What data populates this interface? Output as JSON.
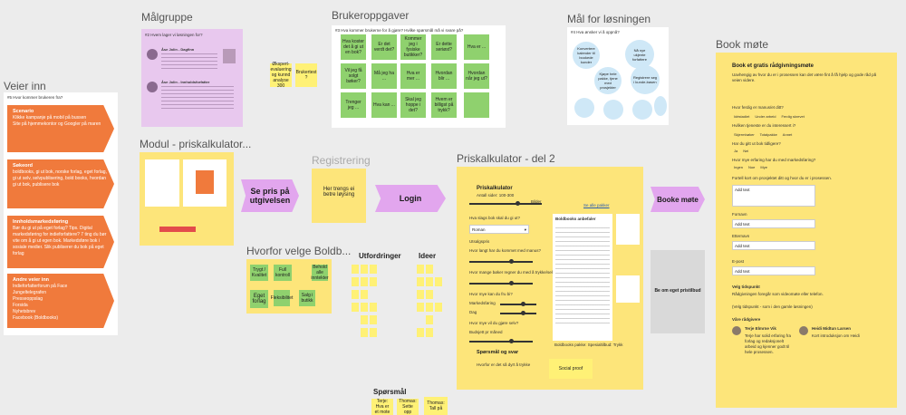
{
  "titles": {
    "malgruppe": "Målgruppe",
    "brukeroppgaver": "Brukeroppgaver",
    "mal": "Mål for løsningen",
    "book": "Book møte",
    "veier": "Veier inn",
    "modul": "Modul - priskalkulator...",
    "registrering": "Registrering",
    "priskalk2": "Priskalkulator - del 2",
    "hvorfor": "Hvorfor velge Boldb...",
    "utfordringer": "Utfordringer",
    "ideer": "Ideer",
    "sporsmal": "Spørsmål"
  },
  "malgruppe": {
    "question": "#2 Hvem lager vi løsningen for?",
    "person1": "Åse Jolin - Dagfinn",
    "person2": "Åse Jolin - Innholdsforfatter",
    "note1": "Økspert-evaluering og kunnd analyse 300",
    "note2": "Brukertest ?"
  },
  "brukeroppgaver": {
    "question": "#3 Hva kommer brukerne for å gjøre? Hvilke spørsmål må vi svare på?",
    "stickies": [
      "Hva koster det å gi ut en bok?",
      "Er det verdt det?",
      "Kommer jeg i fysiske butikker?",
      "Er dette seriøst?",
      "Hva er ...",
      "Vil jeg få solgt bøker?",
      "Må jeg ha ...",
      "Hva er mer ...",
      "Hvordan blir ...",
      "Hvordan når jeg ut?",
      "Trenger jeg ...",
      "Hva kan ...",
      "Skal jeg hoppe i det?",
      "Hvem er billigst på trykk?",
      ""
    ]
  },
  "mal": {
    "question": "#4 Hva ønsker vi å oppnå?",
    "circles": [
      "Konvertere kalender til bookede kunder",
      "Nå nye ukjente forfattere",
      "Kjøpe hele pakke, tjene med prosjekter",
      "Registrere seg i kunde-basen",
      "",
      "",
      "",
      ""
    ]
  },
  "veier": {
    "question": "#5 Hvor kommer brukeren fra?",
    "cards": [
      {
        "title": "Scenario",
        "text": "Klikke kampanje på mobil på bussen\nSite på hjemmekontor og Googler på maren"
      },
      {
        "title": "Søkeord",
        "text": "boldbooks, gi ut bok, norske forlag, eget forlag, gi ut selv, selvpublisering, bold books, hvordan gi ut bok, publisere bok"
      },
      {
        "title": "Innholdsmarkedsføring",
        "text": "Bør du gi ut på eget forlag? Tips. Digital markedsføring for indieforfattere? 7 ting du bør vite om å gi ut egen bok. Markedsføre bok i sosiale medier. Slik publiserer du bok på eget forlag"
      },
      {
        "title": "Andre veier inn",
        "text": "Indieforfatterforum på Face\nJungeltelegrafen\nPresseoppslag\nForsida\nNyhetsbrev\nFacebook (Boldbooks)"
      }
    ]
  },
  "arrows": {
    "pris": "Se pris på utgivelsen",
    "login": "Login",
    "booke": "Booke møte"
  },
  "registrering": {
    "text": "Her trengs ei betre løysing"
  },
  "hvorfor": {
    "stickies": [
      "Trygt / Kvalitet",
      "Full kontroll",
      "Behold alle inntekter",
      "Eget forlag",
      "Fleksibilitet",
      "Salg i butikk"
    ]
  },
  "sporsmal": {
    "stickies": [
      "Terje: Hva er et mote",
      "Thomas: Sette opp",
      "Thomas: Tall på"
    ]
  },
  "priskalk": {
    "title": "Priskalkulator",
    "antall": "Antall sider: 100-300",
    "bilder": "Bilder",
    "q1": "Hva slags bok skal du gi ut?",
    "select": "Roman",
    "utsalg": "Utsalgspris",
    "q2": "Hvor langt har du kommet med manus?",
    "q3": "Hvor mange bøker regner du med å trykke/selge?",
    "q4": "Hvor mye kan du fru bi?",
    "q5": "Markedsføring",
    "q6": "Dag",
    "q7": "Hvor mye vil du gjøre selv?",
    "q8": "Budsjett pr måned",
    "sporsmal": "Spørsmål og svar",
    "hvorfor": "Hvorfor er det så dyrt å trykke",
    "social": "Social proof",
    "pakke": "Se alle pakker",
    "boldbooks": "Boldbooks anbefaler",
    "pakker": "Boldbooks pakke: Spesialtilbud: Trykk"
  },
  "pristilbud": "Be om eget pristilbud",
  "book": {
    "heading": "Book et gratis rådgivningsmøte",
    "intro": "Uavhengig av hvor du er i prosessen kan det være fint å få hjelp og gode råd på veien videre.",
    "q1": "Hvor ferdig er manus/et ditt?",
    "q1opts": [
      "Idéstadiet",
      "Under arbeid",
      "Ferdig skrevet"
    ],
    "q2": "Hvilken tjeneste er du interessert i?",
    "q2opts": [
      "Skjermbøker",
      "Totalpakke",
      "Annet"
    ],
    "q3": "Har du gitt ut bok tidligere?",
    "q3opts": [
      "Ja",
      "Nei"
    ],
    "q4": "Hvor mye erfaring har du med markedsføring?",
    "q4opts": [
      "Ingen",
      "Noe",
      "Mye"
    ],
    "q5": "Fortell kort om prosjektet ditt og hvor du er i prosessen.",
    "placeholder": "Add text",
    "fornavn": "Fornavn",
    "etternavn": "Etternavn",
    "epost": "E-post",
    "velg": "Velg tidspunkt",
    "velgtext": "Rådgivningen foregår som videomøte eller telefon.",
    "velglink": "(Velg tidspunkt - som i den gamle løsningen)",
    "radgivere": "Våre rådgivere",
    "r1": "Terje Elmrne Vik",
    "r2": "Heidi Midtun Larsen",
    "r1text": "Terje har solid erfaring fra forlag og redaksjonelt arbeid og kjenner godt til hele prosessen.",
    "r2text": "Kort introduksjon om Heidi"
  }
}
